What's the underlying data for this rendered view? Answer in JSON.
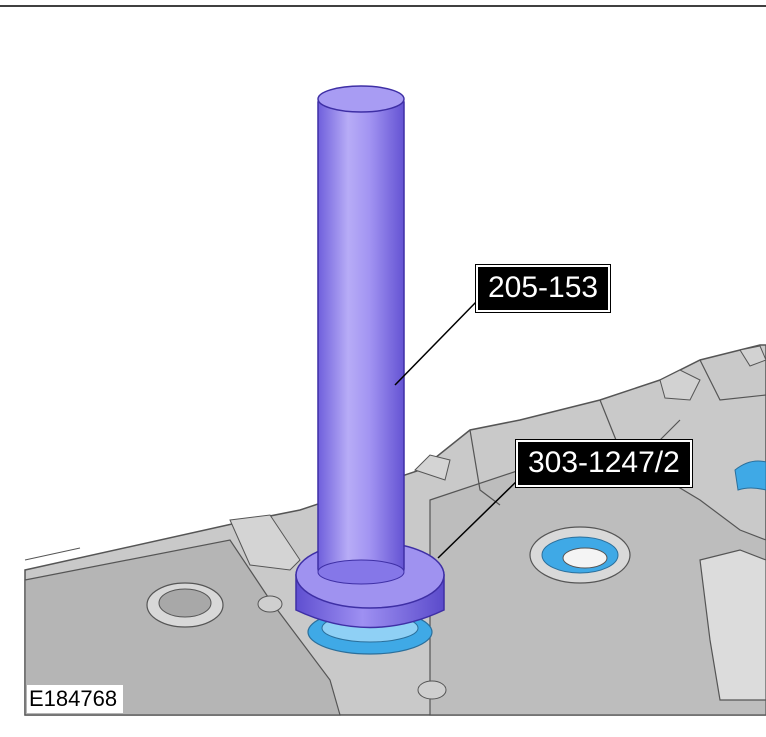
{
  "callouts": {
    "tool": "205-153",
    "installer": "303-1247/2"
  },
  "figure_id": "E184768",
  "colors": {
    "tool_body": "#9b8cf0",
    "tool_shadow": "#6a58d8",
    "seal_blue": "#3fa9e6",
    "engine_grey": "#bdbdbd"
  }
}
